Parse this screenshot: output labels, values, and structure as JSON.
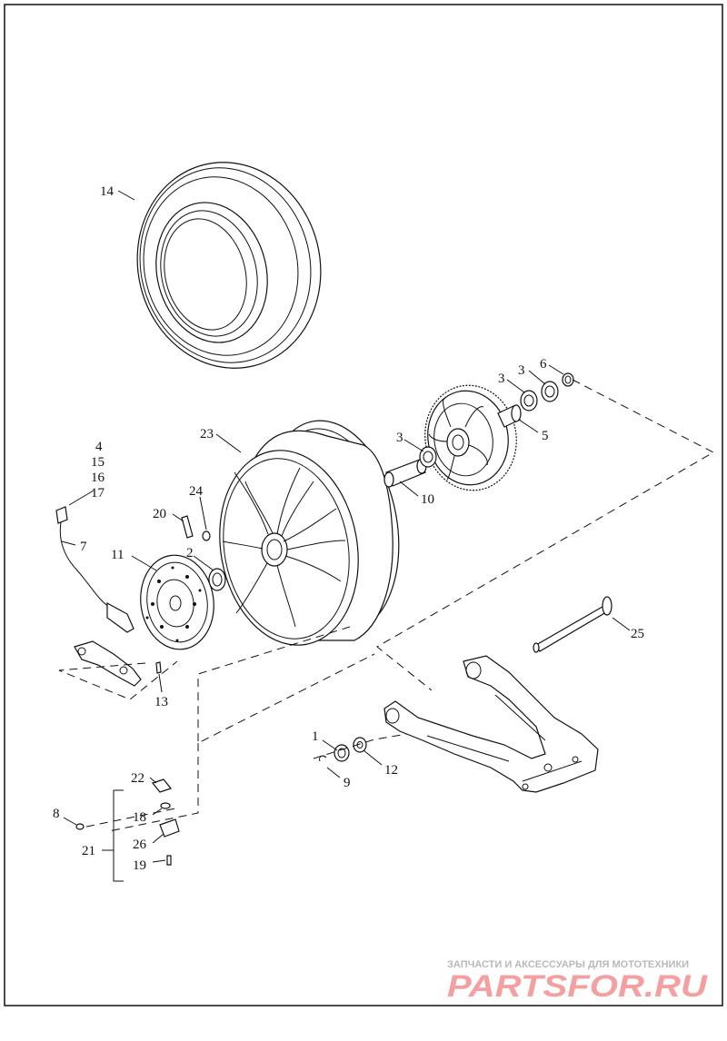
{
  "callouts": [
    "14",
    "23",
    "4",
    "15",
    "16",
    "17",
    "7",
    "20",
    "24",
    "11",
    "2",
    "13",
    "3",
    "3",
    "3",
    "6",
    "5",
    "10",
    "25",
    "1",
    "12",
    "9",
    "22",
    "18",
    "8",
    "21",
    "26",
    "19"
  ],
  "watermark": {
    "subtitle": "ЗАПЧАСТИ И АКСЕССУАРЫ ДЛЯ МОТОТЕХНИКИ",
    "logo": "PARTSFOR.RU",
    "logo_color": "#f5a0a0",
    "text_color": "#b9b9b9"
  }
}
